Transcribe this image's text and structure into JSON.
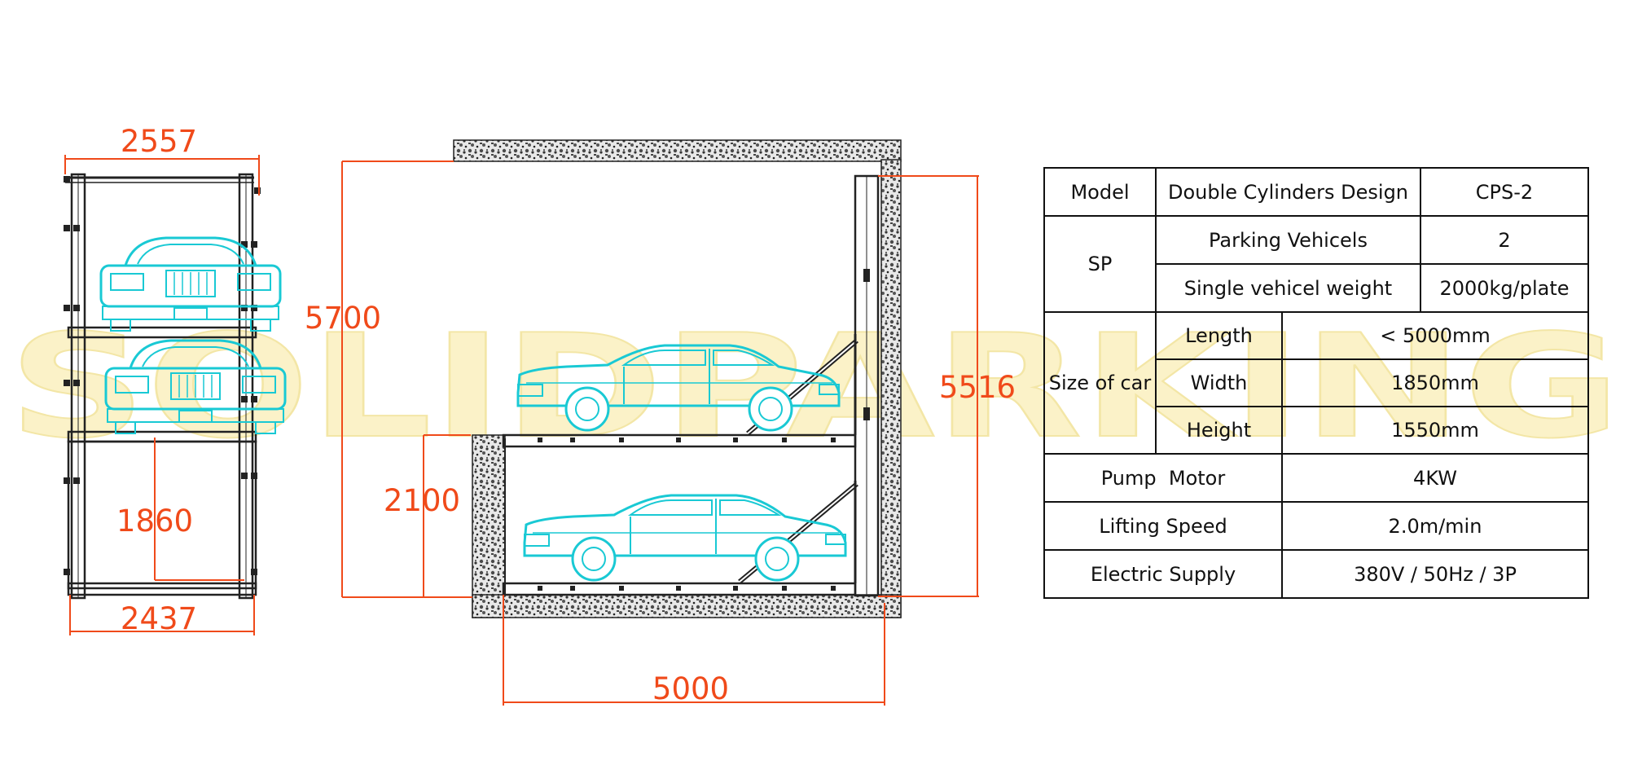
{
  "colors": {
    "dimension": "#f04a1a",
    "car": "#19c9d4",
    "frame": "#222222",
    "watermark": "#fbf2c8",
    "gravel": "#555555"
  },
  "watermark": {
    "text": "SOLIDPARKING"
  },
  "front_view": {
    "top_width": "2557",
    "inner_height": "1860",
    "bottom_width": "2437"
  },
  "side_view": {
    "total_height": "5700",
    "lift_height": "5516",
    "pit_depth": "2100",
    "length": "5000"
  },
  "spec_table": {
    "model_label": "Model",
    "model_design": "Double Cylinders Design",
    "model_code": "CPS-2",
    "sp_label": "SP",
    "parking_label": "Parking Vehicels",
    "parking_value": "2",
    "weight_label": "Single vehicel weight",
    "weight_value": "2000kg/plate",
    "size_label": "Size of car",
    "length_label": "Length",
    "length_value": "< 5000mm",
    "width_label": "Width",
    "width_value": "1850mm",
    "height_label": "Height",
    "height_value": "1550mm",
    "pump_label": "Pump  Motor",
    "pump_value": "4KW",
    "speed_label": "Lifting Speed",
    "speed_value": "2.0m/min",
    "supply_label": "Electric Supply",
    "supply_value": "380V / 50Hz / 3P"
  }
}
